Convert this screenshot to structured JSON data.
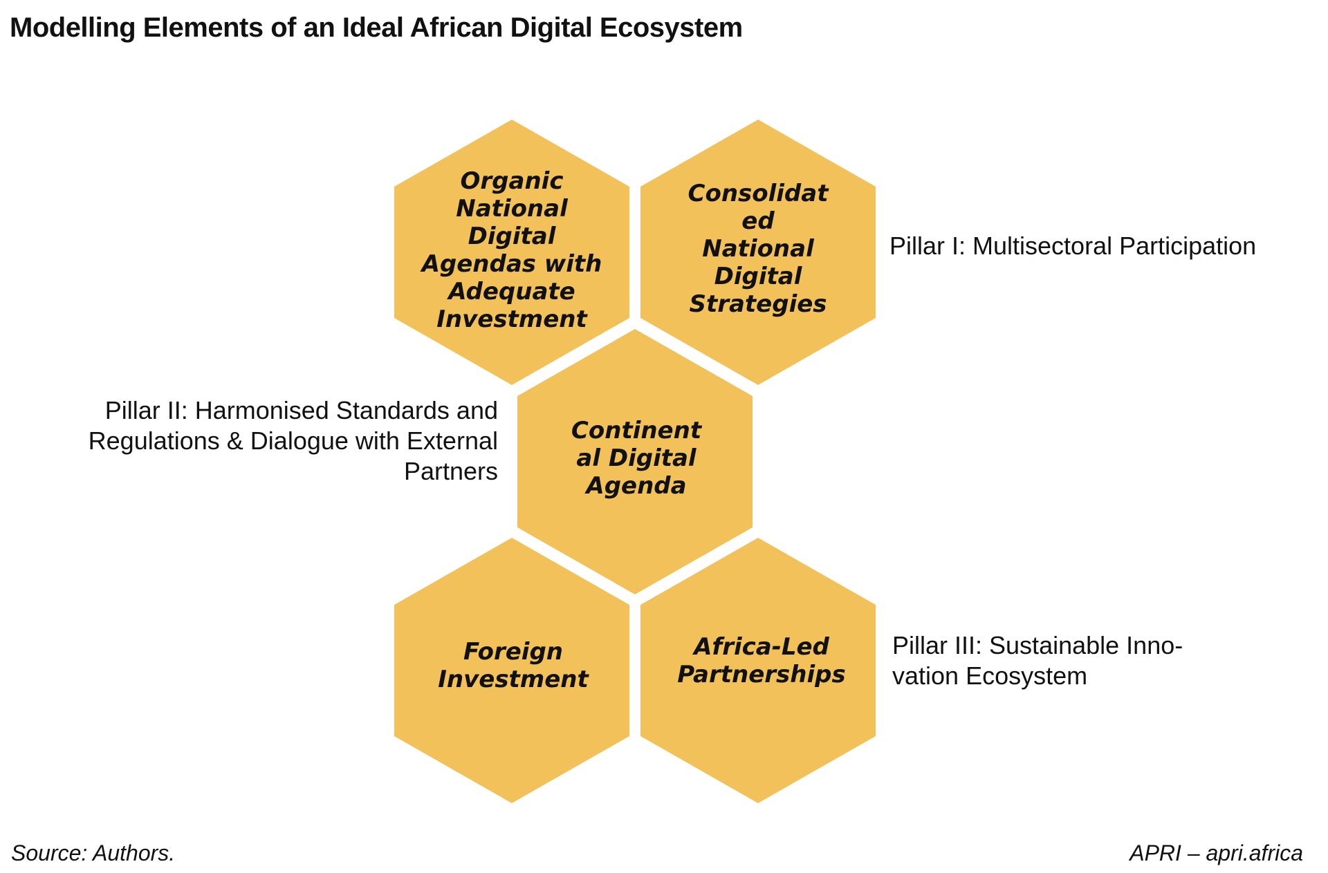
{
  "title": "Modelling Elements of an Ideal African Digital Ecosystem",
  "colors": {
    "hexagon_fill": "#F3C159",
    "text": "#111111",
    "background": "#FFFFFF"
  },
  "hexagons": [
    {
      "id": "organic-national-digital-agendas",
      "lines": [
        "Organic",
        "National",
        "Digital",
        "Agendas with",
        "Adequate",
        "Investment"
      ]
    },
    {
      "id": "consolidated-national-digital-strategies",
      "lines": [
        "Consolidat",
        "ed",
        "National",
        "Digital",
        "Strategies"
      ]
    },
    {
      "id": "continental-digital-agenda",
      "lines": [
        "Continent",
        "al Digital",
        "Agenda"
      ]
    },
    {
      "id": "foreign-investment",
      "lines": [
        "Foreign",
        "Investment"
      ]
    },
    {
      "id": "africa-led-partnerships",
      "lines": [
        "Africa-Led",
        "Partnerships"
      ]
    }
  ],
  "pillars": {
    "pillar_1": "Pillar I: Multisectoral Participation",
    "pillar_2_lines": [
      "Pillar II: Harmonised Standards and",
      "Regulations & Dialogue with External",
      "Partners"
    ],
    "pillar_3_lines": [
      "Pillar III: Sustainable Inno-",
      "vation Ecosystem"
    ]
  },
  "footer": {
    "source": "Source: Authors.",
    "credit": "APRI – apri.africa"
  }
}
